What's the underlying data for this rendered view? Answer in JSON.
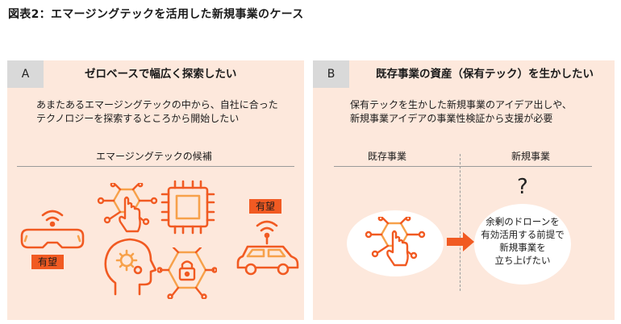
{
  "figure_title": "図表2：エマージングテックを活用した新規事業のケース",
  "colors": {
    "accent": "#f15a22",
    "accent_light": "#f7a14a",
    "panel_bg": "#fde8dc",
    "tag_bg": "#d9d9d9"
  },
  "panel_a": {
    "letter": "A",
    "heading": "ゼロベースで幅広く探索したい",
    "description": [
      "あまたあるエマージングテックの中から、自社に合った",
      "テクノロジーを探索するところから開始したい"
    ],
    "section_label": "エマージングテックの候補",
    "badge_1": "有望",
    "badge_2": "有望",
    "icons": [
      "vr-headset-icon",
      "touch-circuit-icon",
      "chip-icon",
      "brain-gear-icon",
      "lock-circuit-icon",
      "connected-car-icon"
    ]
  },
  "panel_b": {
    "letter": "B",
    "heading": "既存事業の資産（保有テック）を生かしたい",
    "description": [
      "保有テックを生かした新規事業のアイデア出しや、",
      "新規事業アイデアの事業性検証から支援が必要"
    ],
    "existing_label": "既存事業",
    "new_label": "新規事業",
    "question_mark": "?",
    "new_idea": [
      "余剰のドローンを",
      "有効活用する前提で",
      "新規事業を",
      "立ち上げたい"
    ],
    "icons": [
      "touch-circuit-icon",
      "arrow-right-icon"
    ]
  }
}
